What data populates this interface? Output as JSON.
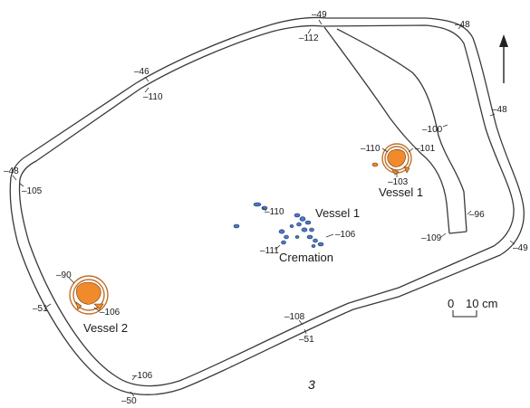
{
  "figure_label": "3",
  "scale": {
    "zero": "0",
    "unit_label": "10 cm"
  },
  "features": {
    "vessel_1_upper": "Vessel 1",
    "vessel_1_cremation": "Vessel 1",
    "cremation": "Cremation",
    "vessel_2": "Vessel 2"
  },
  "levels": {
    "top_outer": "–49",
    "top_inner": "–112",
    "top_right_outer": "–48",
    "upper_left_outer": "–46",
    "upper_left_inner": "–110",
    "left_outer": "–48",
    "left_inner": "–105",
    "right_outer": "–48",
    "right_lower_outer": "–49",
    "niche_100": "–100",
    "v1_left": "–110",
    "v1_right": "–101",
    "v1_below": "–103",
    "channel_96": "–96",
    "channel_109": "–109",
    "crem_110": "–110",
    "crem_106": "–106",
    "crem_111": "–111",
    "v2_90": "–90",
    "v2_106": "–106",
    "lower_left_outer": "–51",
    "bottom_inner": "–108",
    "bottom_outer": "–51",
    "bottom_left_inner": "–106",
    "bottom_left_outer": "–50"
  },
  "colors": {
    "vessel": "#f08a2a",
    "cremation_bone": "#4a78c8"
  },
  "north_arrow_icon": "north-arrow-icon"
}
